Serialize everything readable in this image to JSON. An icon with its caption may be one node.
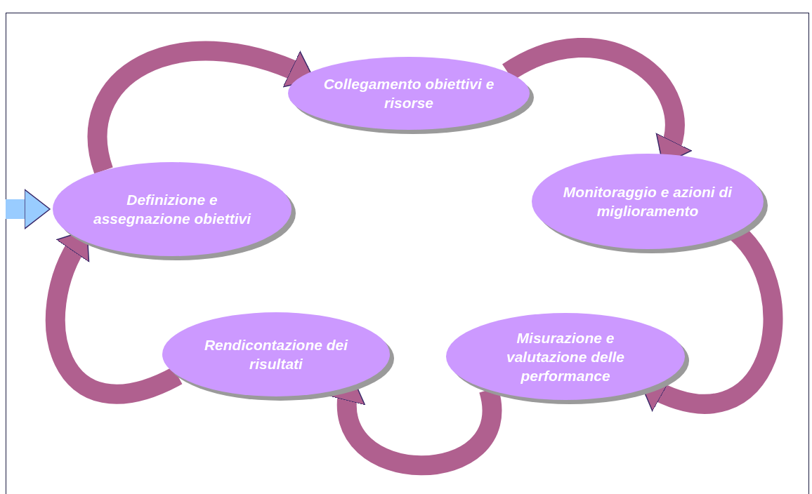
{
  "diagram": {
    "nodes": [
      {
        "text": [
          "Collegamento obiettivi e risorse"
        ]
      },
      {
        "text": [
          "Monitoraggio e azioni di miglioramento"
        ]
      },
      {
        "text": [
          "Misurazione e valutazione delle performance"
        ]
      },
      {
        "text": [
          "Rendicontazione dei risultati"
        ]
      },
      {
        "text": [
          "Definizione e assegnazione obiettivi"
        ]
      }
    ],
    "edges": [
      {
        "from": 4,
        "to": 0,
        "arrow": "to"
      },
      {
        "from": 0,
        "to": 1,
        "arrow": "to"
      },
      {
        "from": 1,
        "to": 2,
        "arrow": "to"
      },
      {
        "from": 2,
        "to": 3,
        "arrow": "to"
      },
      {
        "from": 3,
        "to": 4,
        "arrow": "to"
      },
      {
        "from": null,
        "to": 4,
        "arrow": "to",
        "color": "#99ccff"
      }
    ]
  }
}
